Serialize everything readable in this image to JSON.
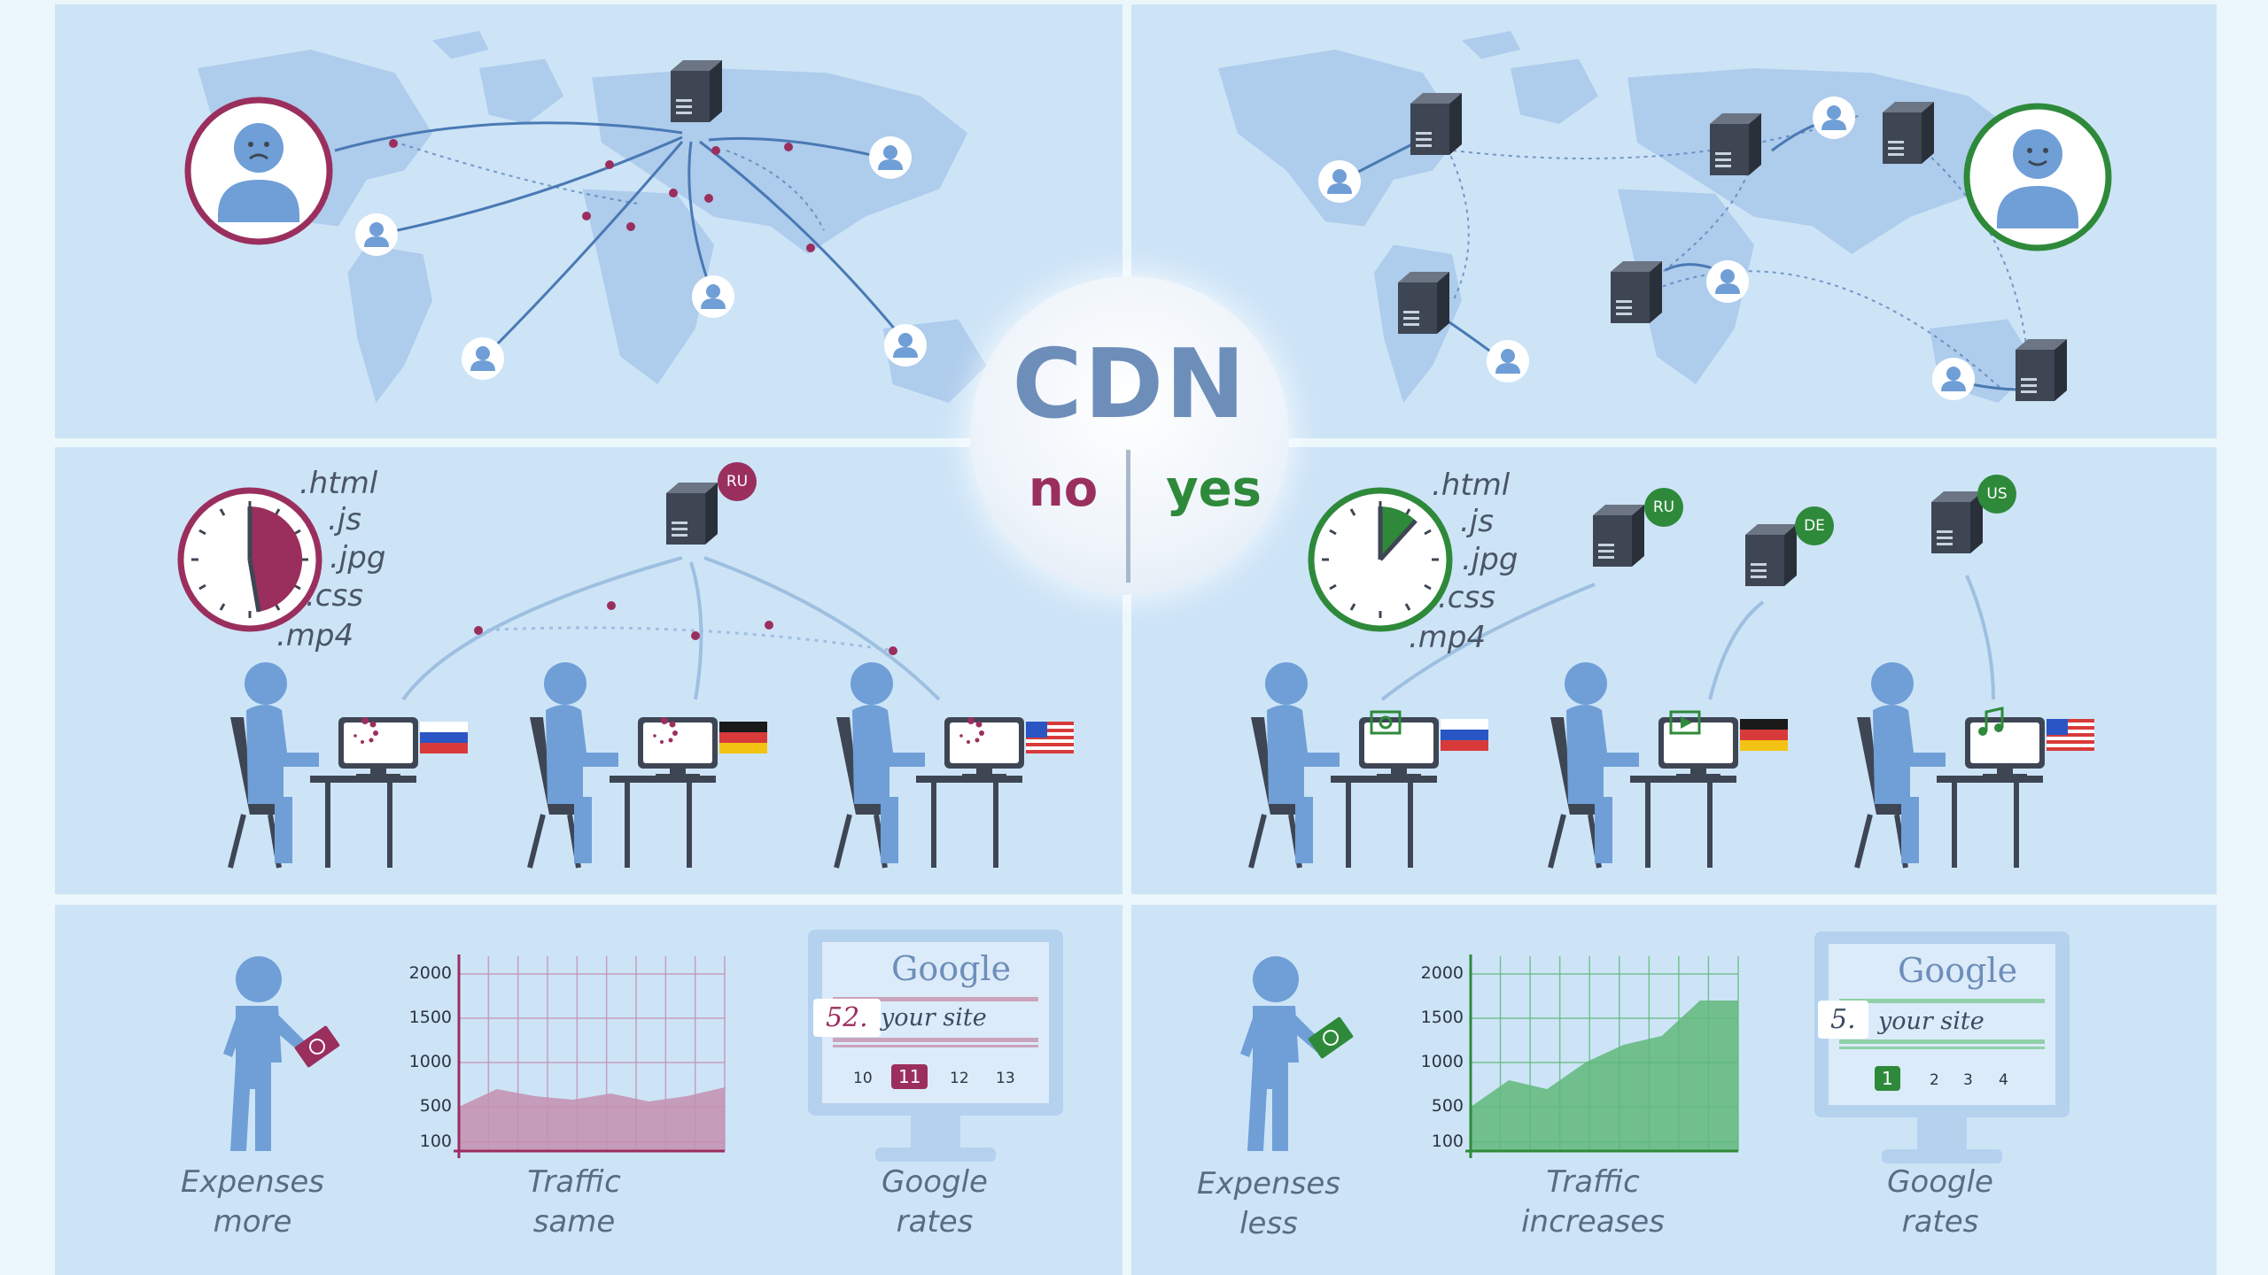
{
  "center": {
    "title": "CDN",
    "no_label": "no",
    "yes_label": "yes"
  },
  "colors": {
    "bad": "#9a2f5e",
    "good": "#2e8a3a",
    "line": "#4a79b4",
    "person": "#6f9fd6",
    "server": "#3e4654",
    "panel": "#cde4f7",
    "bg": "#ecf7fb",
    "map": "#aeccec"
  },
  "icons": [
    "sad-user-icon",
    "happy-user-icon",
    "user-icon",
    "server-icon",
    "clock-icon",
    "computer-user-icon",
    "flag-ru-icon",
    "flag-de-icon",
    "flag-us-icon",
    "money-icon",
    "loading-icon",
    "photo-icon",
    "video-icon",
    "music-icon"
  ],
  "file_types": [
    ".html",
    ".js",
    ".jpg",
    ".css",
    ".mp4"
  ],
  "left": {
    "server_badge": "RU",
    "captions": {
      "expenses": [
        "Expenses",
        "more"
      ],
      "traffic": [
        "Traffic",
        "same"
      ],
      "google": [
        "Google",
        "rates"
      ]
    },
    "google": {
      "logo": "Google",
      "rank": "52.",
      "site": "your site",
      "pages": [
        "10",
        "11",
        "12",
        "13"
      ],
      "current_page": "11"
    }
  },
  "right": {
    "server_badges": [
      "RU",
      "DE",
      "US"
    ],
    "captions": {
      "expenses": [
        "Expenses",
        "less"
      ],
      "traffic": [
        "Traffic",
        "increases"
      ],
      "google": [
        "Google",
        "rates"
      ]
    },
    "google": {
      "logo": "Google",
      "rank": "5.",
      "site": "your site",
      "pages": [
        "1",
        "2",
        "3",
        "4"
      ],
      "current_page": "1"
    }
  },
  "chart_data": [
    {
      "type": "area",
      "title": "",
      "yticks": [
        100,
        500,
        1000,
        1500,
        2000
      ],
      "x": [
        0,
        1,
        2,
        3,
        4,
        5,
        6,
        7
      ],
      "values": [
        500,
        700,
        620,
        580,
        650,
        560,
        620,
        720
      ],
      "ylim": [
        0,
        2000
      ],
      "grid": true,
      "color": "#c48fb0"
    },
    {
      "type": "area",
      "title": "",
      "yticks": [
        100,
        500,
        1000,
        1500,
        2000
      ],
      "x": [
        0,
        1,
        2,
        3,
        4,
        5,
        6,
        7
      ],
      "values": [
        500,
        800,
        700,
        1000,
        1200,
        1300,
        1700,
        1700
      ],
      "ylim": [
        0,
        2000
      ],
      "grid": true,
      "color": "#5fb87a"
    }
  ]
}
